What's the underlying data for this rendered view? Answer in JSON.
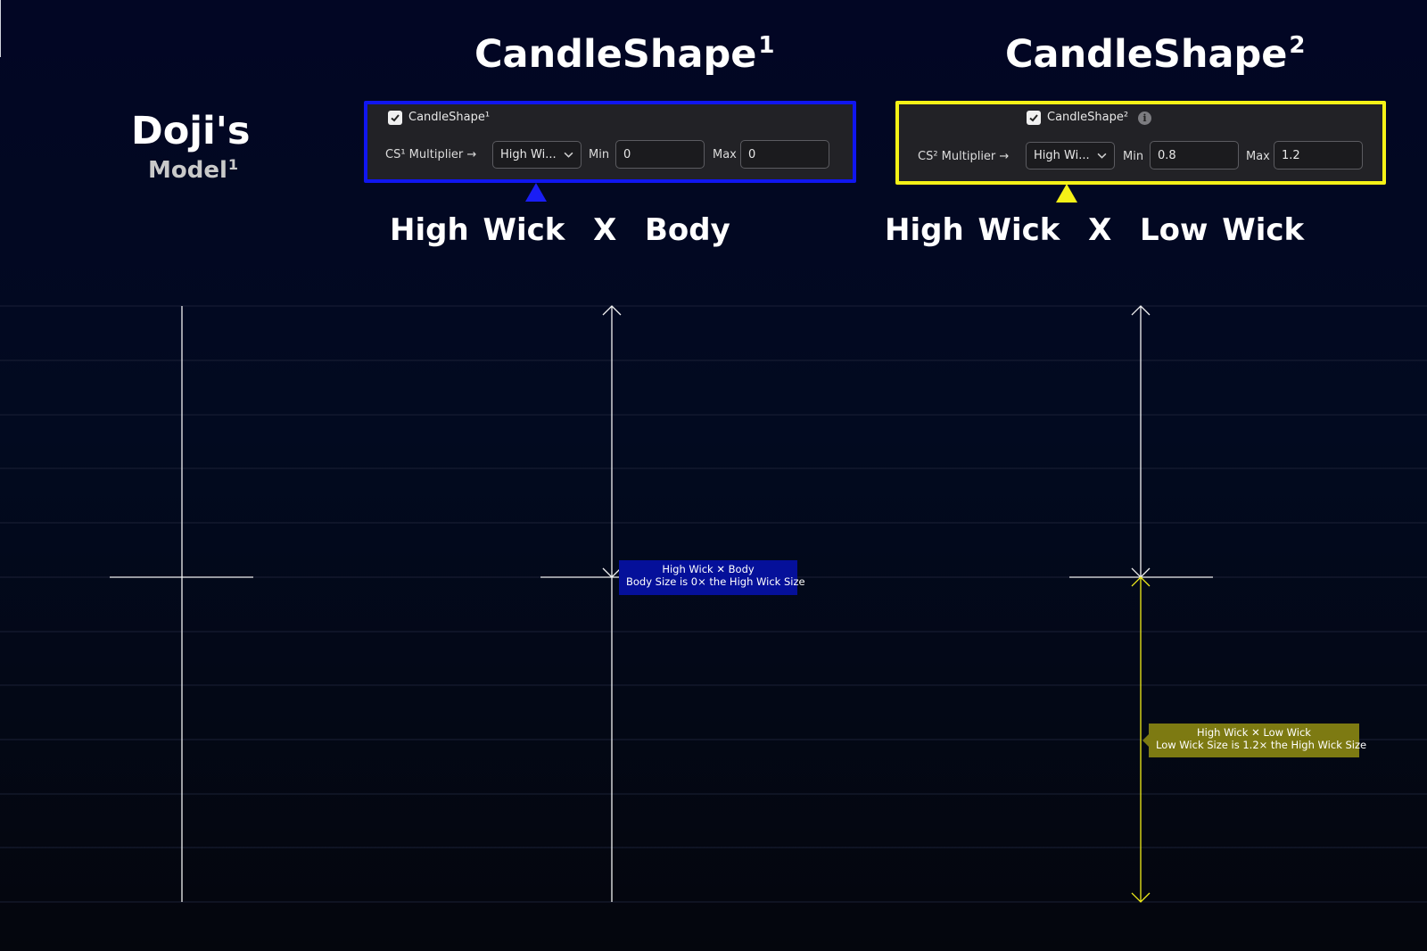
{
  "header": {
    "doji_title": "Doji's",
    "model_title": "Model",
    "model_sup": "1",
    "cs1_title": "CandleShape",
    "cs1_sup": "1",
    "cs2_title": "CandleShape",
    "cs2_sup": "2"
  },
  "panel_cs1": {
    "checkbox_label": "CandleShape¹",
    "checked": true,
    "multiplier_label": "CS¹ Multiplier →",
    "select_value": "High Wi...",
    "min_label": "Min",
    "min_value": "0",
    "max_label": "Max",
    "max_value": "0",
    "border_color": "#1016f0"
  },
  "panel_cs2": {
    "checkbox_label": "CandleShape²",
    "checked": true,
    "info_icon": "info-icon",
    "multiplier_label": "CS² Multiplier →",
    "select_value": "High Wi...",
    "min_label": "Min",
    "min_value": "0.8",
    "max_label": "Max",
    "max_value": "1.2",
    "border_color": "#f5f117"
  },
  "subtitles": {
    "cs1": "High Wick  X  Body",
    "cs2": "High Wick  X  Low Wick"
  },
  "annotations": {
    "cs1_label_line1": "High Wick ✕ Body",
    "cs1_label_line2": "Body Size is 0× the High Wick Size",
    "cs2_label_line1": "High Wick ✕ Low Wick",
    "cs2_label_line2": "Low Wick Size is 1.2× the High Wick Size"
  },
  "colors": {
    "accent_blue": "#1016f0",
    "accent_yellow": "#f5f117",
    "label_blue_bg": "#05109a",
    "label_olive_bg": "#7d7a12"
  }
}
